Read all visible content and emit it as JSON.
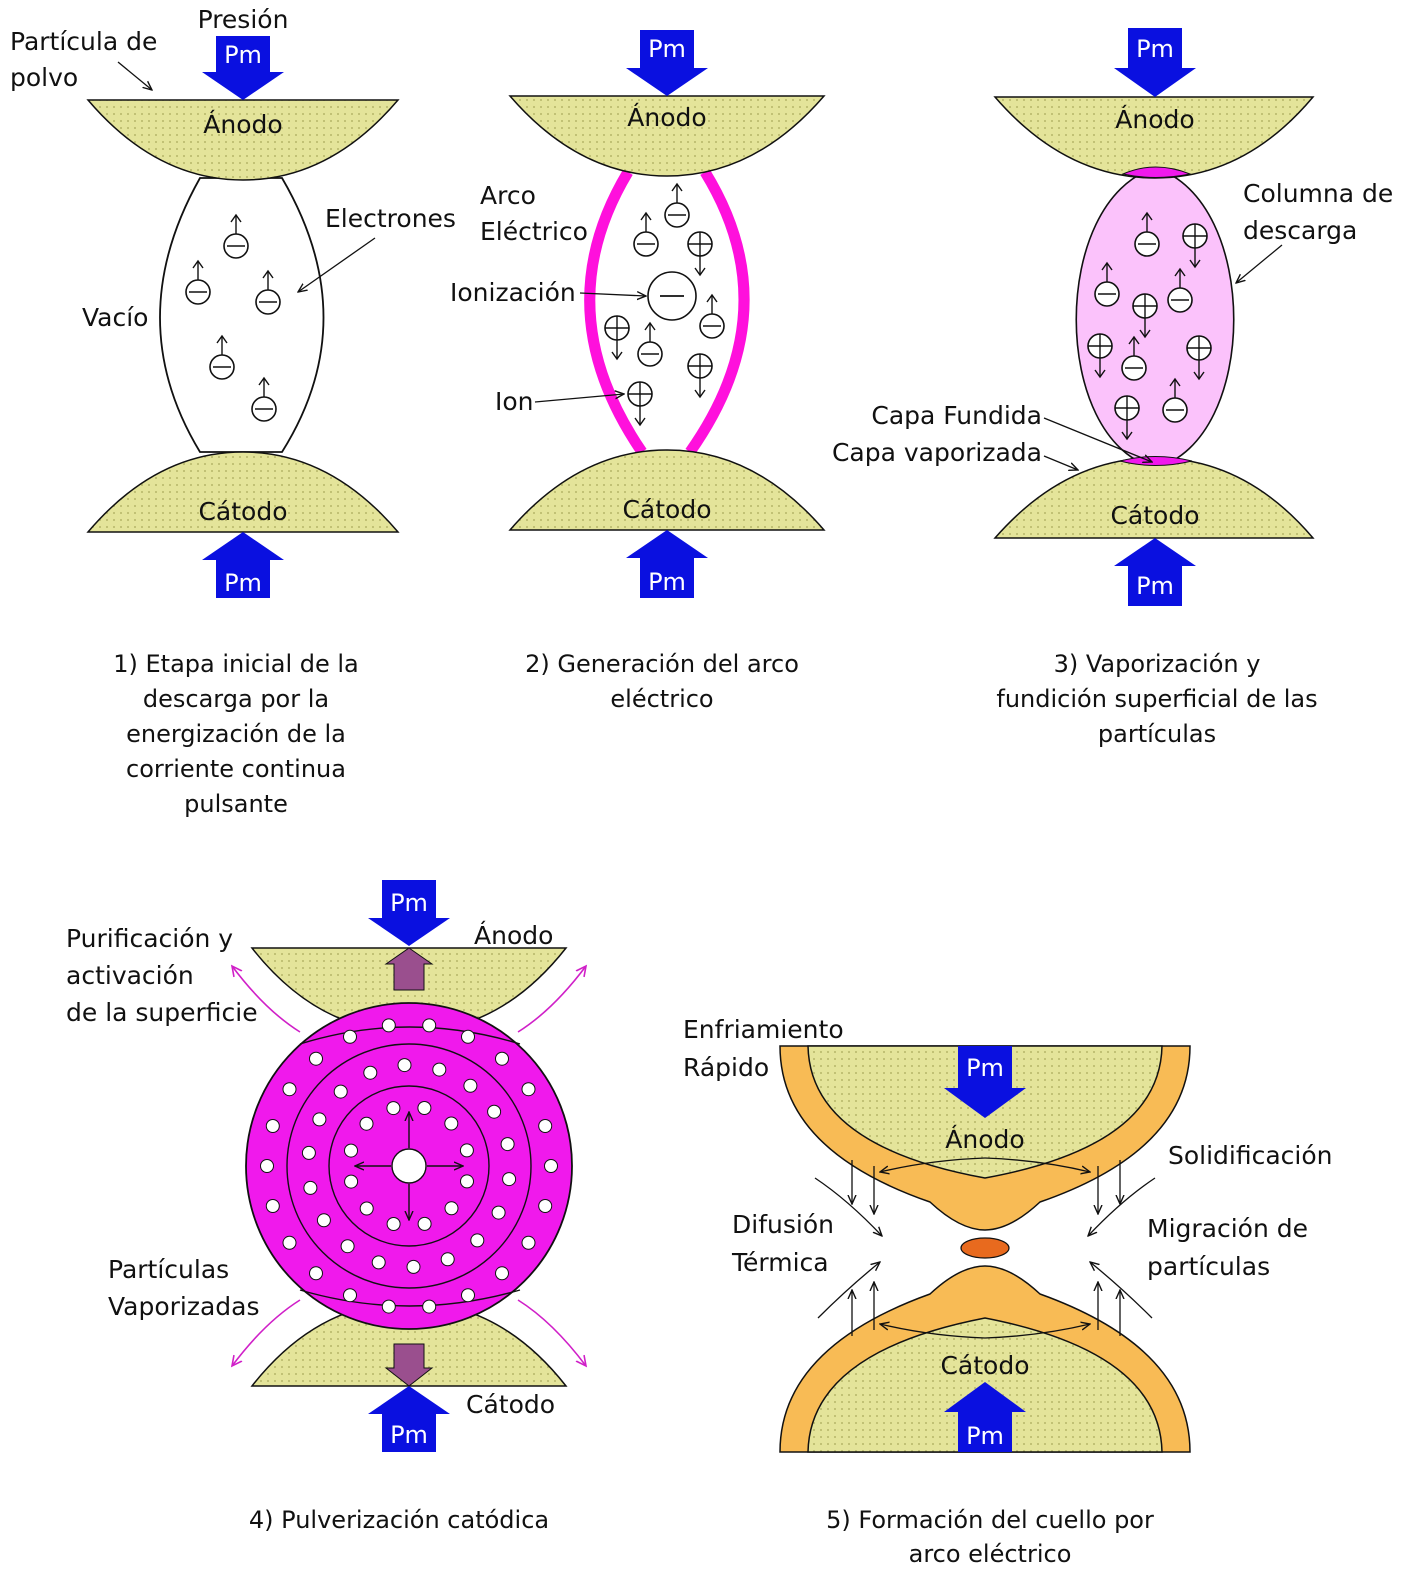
{
  "colors": {
    "electrode_fill": "#e4e49a",
    "electrode_dot": "#a8a85a",
    "arrow_blue": "#0a10e0",
    "arc_magenta": "#ff10dc",
    "plasma_pink": "#fbc2fb",
    "vapor_magenta": "#f019ec",
    "neck_orange": "#f8bb55",
    "neck_dark": "#e86a1e",
    "purple_arrow": "#9a4f8e"
  },
  "icons": {
    "pressure_arrow": "block-arrow-icon",
    "electron": "electron-minus-icon",
    "ion": "ion-plus-icon"
  },
  "panel1": {
    "pressure": "Presión",
    "dust": "Partícula de\npolvo",
    "anode": "Ánodo",
    "cathode": "Cátodo",
    "pm_top": "Pm",
    "pm_bottom": "Pm",
    "vacuum": "Vacío",
    "electrons": "Electrones",
    "caption": "1) Etapa inicial de la\ndescarga por la\nenergización de la\ncorriente continua\npulsante"
  },
  "panel2": {
    "anode": "Ánodo",
    "cathode": "Cátodo",
    "pm_top": "Pm",
    "pm_bottom": "Pm",
    "arc": "Arco\nEléctrico",
    "ionization": "Ionización",
    "ion": "Ion",
    "caption": "2) Generación del arco\neléctrico"
  },
  "panel3": {
    "anode": "Ánodo",
    "cathode": "Cátodo",
    "pm_top": "Pm",
    "pm_bottom": "Pm",
    "column": "Columna de\ndescarga",
    "molten": "Capa Fundida",
    "vaporized": "Capa vaporizada",
    "caption": "3) Vaporización y\nfundición superficial de las\npartículas"
  },
  "panel4": {
    "anode": "Ánodo",
    "cathode": "Cátodo",
    "pm_top": "Pm",
    "pm_bottom": "Pm",
    "purification": "Purificación y\nactivación\nde la superficie",
    "vapor_particles": "Partículas\nVaporizadas",
    "caption": "4) Pulverización catódica"
  },
  "panel5": {
    "anode": "Ánodo",
    "cathode": "Cátodo",
    "pm_top": "Pm",
    "pm_bottom": "Pm",
    "cooling": "Enfriamiento\nRápido",
    "solidification": "Solidificación",
    "diffusion": "Difusión\nTérmica",
    "migration": "Migración de\npartículas",
    "caption": "5) Formación del cuello por\narco eléctrico"
  }
}
